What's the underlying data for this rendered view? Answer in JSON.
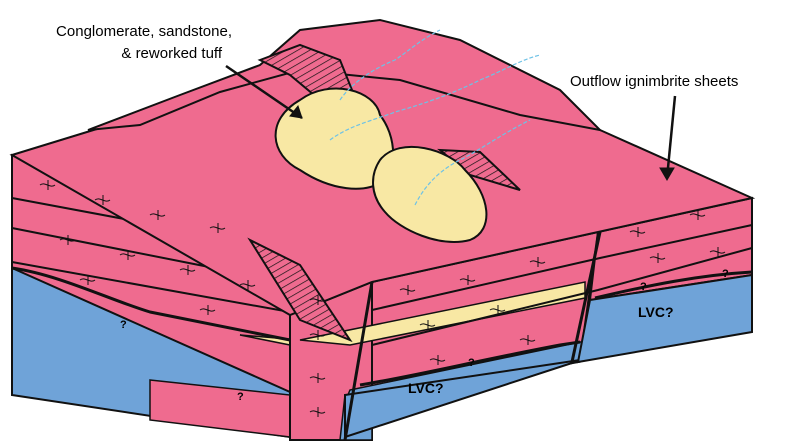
{
  "labels": {
    "conglomerate_line1": "Conglomerate, sandstone,",
    "conglomerate_line2": "& reworked tuff",
    "outflow": "Outflow ignimbrite sheets",
    "lvc_front": "LVC?",
    "lvc_right": "LVC?",
    "question_mark": "?"
  },
  "colors": {
    "ignimbrite": "#ef6b8f",
    "basement": "#6fa3d8",
    "sediment": "#f8e8a4",
    "drainage": "#6ec2e6",
    "outline": "#111111"
  }
}
